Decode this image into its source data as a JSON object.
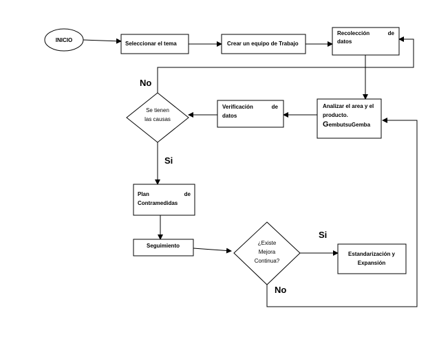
{
  "nodes": {
    "inicio": "INICIO",
    "seleccionar": "Seleccionar el tema",
    "crear_equipo": "Crear un equipo de Trabajo",
    "recoleccion": {
      "line1a": "Recolección",
      "line1b": "de",
      "line2": "datos"
    },
    "analizar": {
      "line1": "Analizar el area y el",
      "line2": "producto.",
      "line3_cap": "G",
      "line3_rest": "embutsuGemba"
    },
    "verificacion": {
      "line1a": "Verificación",
      "line1b": "de",
      "line2": "datos"
    },
    "se_tienen": {
      "line1": "Se tienen",
      "line2": "las causas"
    },
    "plan": {
      "line1a": "Plan",
      "line1b": "de",
      "line2": "Contramedidas"
    },
    "seguimiento": "Seguimiento",
    "existe": {
      "line1": "¿Existe",
      "line2": "Mejora",
      "line3": "Continua?"
    },
    "estandarizacion": {
      "line1": "Estandarización y",
      "line2": "Expansión"
    }
  },
  "edge_labels": {
    "no_causas": "No",
    "si_causas": "Si",
    "si_mejora": "Si",
    "no_mejora": "No"
  },
  "colors": {
    "stroke": "#000000",
    "background": "#ffffff"
  }
}
